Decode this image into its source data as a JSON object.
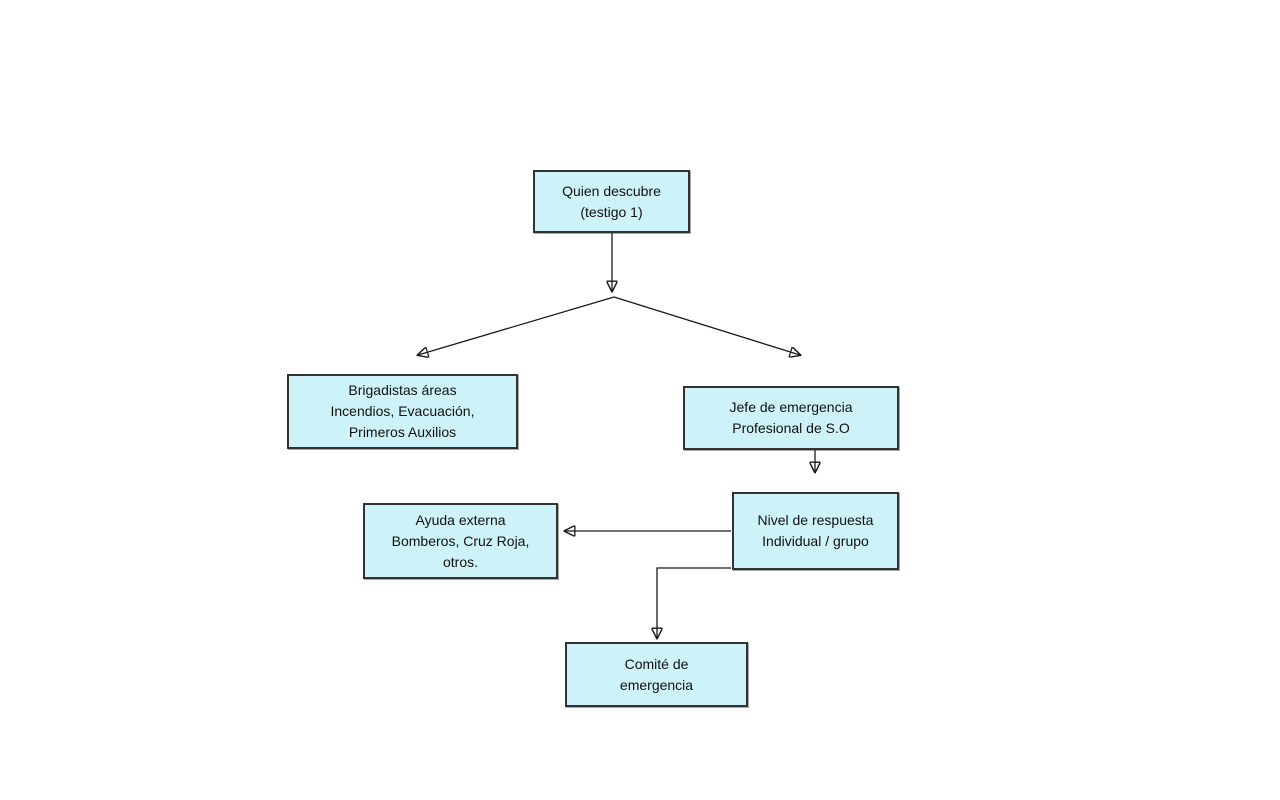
{
  "diagram": {
    "background_color": "#ffffff",
    "node_fill_color": "#cdf3f8",
    "node_border_color": "#323232",
    "text_color": "#111111",
    "connector_color": "#1a1a1a",
    "nodes": {
      "quien": {
        "lines": [
          "Quien descubre",
          "(testigo 1)"
        ]
      },
      "brigadistas": {
        "lines": [
          "Brigadistas áreas",
          "Incendios, Evacuación,",
          "Primeros Auxilios"
        ]
      },
      "jefe": {
        "lines": [
          "Jefe de emergencia",
          "Profesional de S.O"
        ]
      },
      "nivel": {
        "lines": [
          "Nivel de respuesta",
          "Individual / grupo"
        ]
      },
      "ayuda": {
        "lines": [
          "Ayuda externa",
          "Bomberos, Cruz Roja,",
          "otros."
        ]
      },
      "comite": {
        "lines": [
          "Comité de",
          "emergencia"
        ]
      }
    },
    "edges": [
      {
        "from": "quien",
        "to": "brigadistas"
      },
      {
        "from": "quien",
        "to": "jefe"
      },
      {
        "from": "jefe",
        "to": "nivel"
      },
      {
        "from": "nivel",
        "to": "ayuda"
      },
      {
        "from": "nivel",
        "to": "comite"
      }
    ]
  }
}
